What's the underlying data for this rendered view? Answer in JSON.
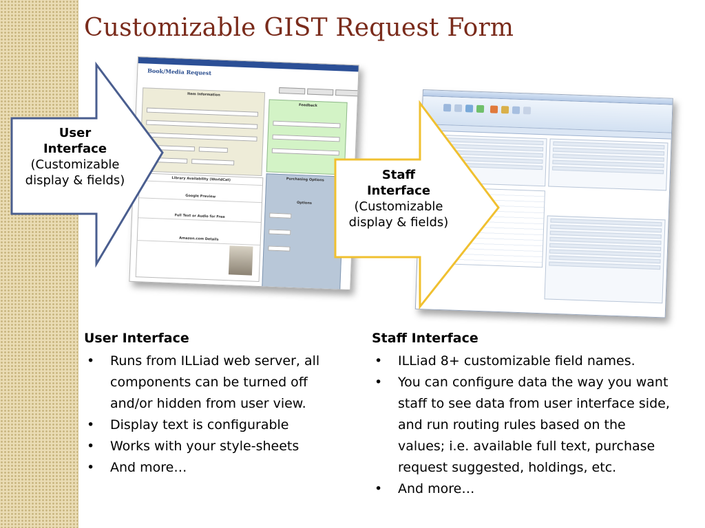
{
  "title": "Customizable GIST Request Form",
  "callouts": {
    "user": {
      "line1": "User",
      "line2": "Interface",
      "line3": "(Customizable",
      "line4": "display & fields)"
    },
    "staff": {
      "line1": "Staff",
      "line2": "Interface",
      "line3": "(Customizable",
      "line4": "display & fields)"
    }
  },
  "user_screenshot": {
    "heading": "Book/Media Request",
    "sections": [
      "Item Information",
      "Feedback",
      "Purchasing Options",
      "Options",
      "Library Availability (WorldCat)",
      "Google Preview",
      "Full Text or Audio for Free",
      "Amazon.com Details"
    ]
  },
  "columns": {
    "left": {
      "heading": "User Interface",
      "items": [
        "Runs from ILLiad web server, all components can be turned off and/or hidden from user view.",
        "Display text is configurable",
        "Works with your style-sheets",
        "And more…"
      ]
    },
    "right": {
      "heading": "Staff Interface",
      "items": [
        "ILLiad 8+ customizable field names.",
        "You can configure data the way you want staff to see data from user interface side, and run routing rules based on the values; i.e. available full text, purchase request suggested, holdings, etc.",
        "And more…"
      ]
    }
  },
  "colors": {
    "title": "#7a2b1b",
    "callout_user_border": "#4a5e8f",
    "callout_staff_border": "#f0c030",
    "sidebar": "#eadcb4"
  }
}
